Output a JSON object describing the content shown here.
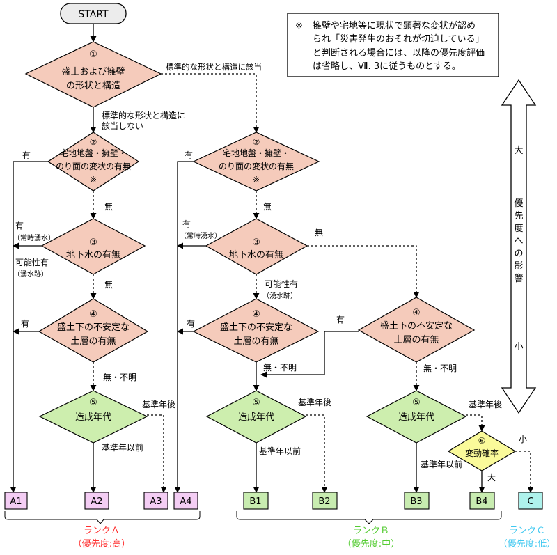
{
  "start": "START",
  "note": {
    "mark": "※",
    "lines": [
      "擁壁や宅地等に現状で顕著な変状が認め",
      "られ「災害発生のおそれが切迫している」",
      "と判断される場合には、以降の優先度評価",
      "は省略し、Ⅶ. 3に従うものとする。"
    ]
  },
  "nodes": {
    "n1": [
      "①",
      "盛土および擁壁",
      "の形状と構造"
    ],
    "n2": [
      "②",
      "宅地地盤・擁壁・",
      "のり面の変状の有無",
      "※"
    ],
    "n3": [
      "③",
      "地下水の有無"
    ],
    "n4": [
      "④",
      "盛土下の不安定な",
      "土層の有無"
    ],
    "n5": [
      "⑤",
      "造成年代"
    ],
    "n6": [
      "⑥",
      "変動確率"
    ]
  },
  "edges": {
    "std_yes": "標準的な形状と構造に該当",
    "std_no": [
      "標準的な形状と構造に",
      "該当しない"
    ],
    "yes": "有",
    "no": "無",
    "yes_spring": [
      "有",
      "（常時湧水）"
    ],
    "possible": [
      "可能性有",
      "（湧水跡）"
    ],
    "no_unknown": "無・不明",
    "after": "基準年後",
    "before": "基準年以前",
    "small": "小",
    "large": "大"
  },
  "results": {
    "A1": "A1",
    "A2": "A2",
    "A3": "A3",
    "A4": "A4",
    "B1": "B1",
    "B2": "B2",
    "B3": "B3",
    "B4": "B4",
    "C": "C"
  },
  "ranks": {
    "A": [
      "ランクＡ",
      "（優先度:高）"
    ],
    "B": [
      "ランクＢ",
      "（優先度:中）"
    ],
    "C": [
      "ランクＣ",
      "（優先度:低）"
    ]
  },
  "priority_axis": {
    "big": "大",
    "label": [
      "優",
      "先",
      "度",
      "へ",
      "の",
      "影",
      "響"
    ],
    "small": "小"
  },
  "colors": {
    "diamond_pink": "#f5cbbb",
    "diamond_green": "#cdeeae",
    "diamond_yellow": "#fafa9a",
    "box_pink": "#f4cdf4",
    "box_green": "#c8ecb0",
    "box_cyan": "#aef2ec",
    "rank_a": "#ff3030",
    "rank_b": "#55cc33",
    "rank_c": "#40c8f0"
  }
}
